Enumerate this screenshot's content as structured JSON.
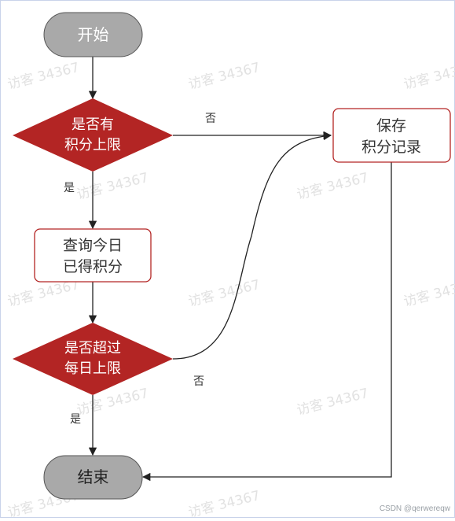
{
  "diagram": {
    "start": "开始",
    "decision1": [
      "是否有",
      "积分上限"
    ],
    "decision1_no": "否",
    "decision1_yes": "是",
    "save": [
      "保存",
      "积分记录"
    ],
    "query": [
      "查询今日",
      "已得积分"
    ],
    "decision2": [
      "是否超过",
      "每日上限"
    ],
    "decision2_no": "否",
    "decision2_yes": "是",
    "end": "结束"
  },
  "watermark": "访客 34367",
  "credit": "CSDN @qerwereqw",
  "colors": {
    "terminal_fill": "#a9a9a9",
    "decision_fill": "#b32524",
    "process_border": "#b32524",
    "arrow": "#222222"
  }
}
